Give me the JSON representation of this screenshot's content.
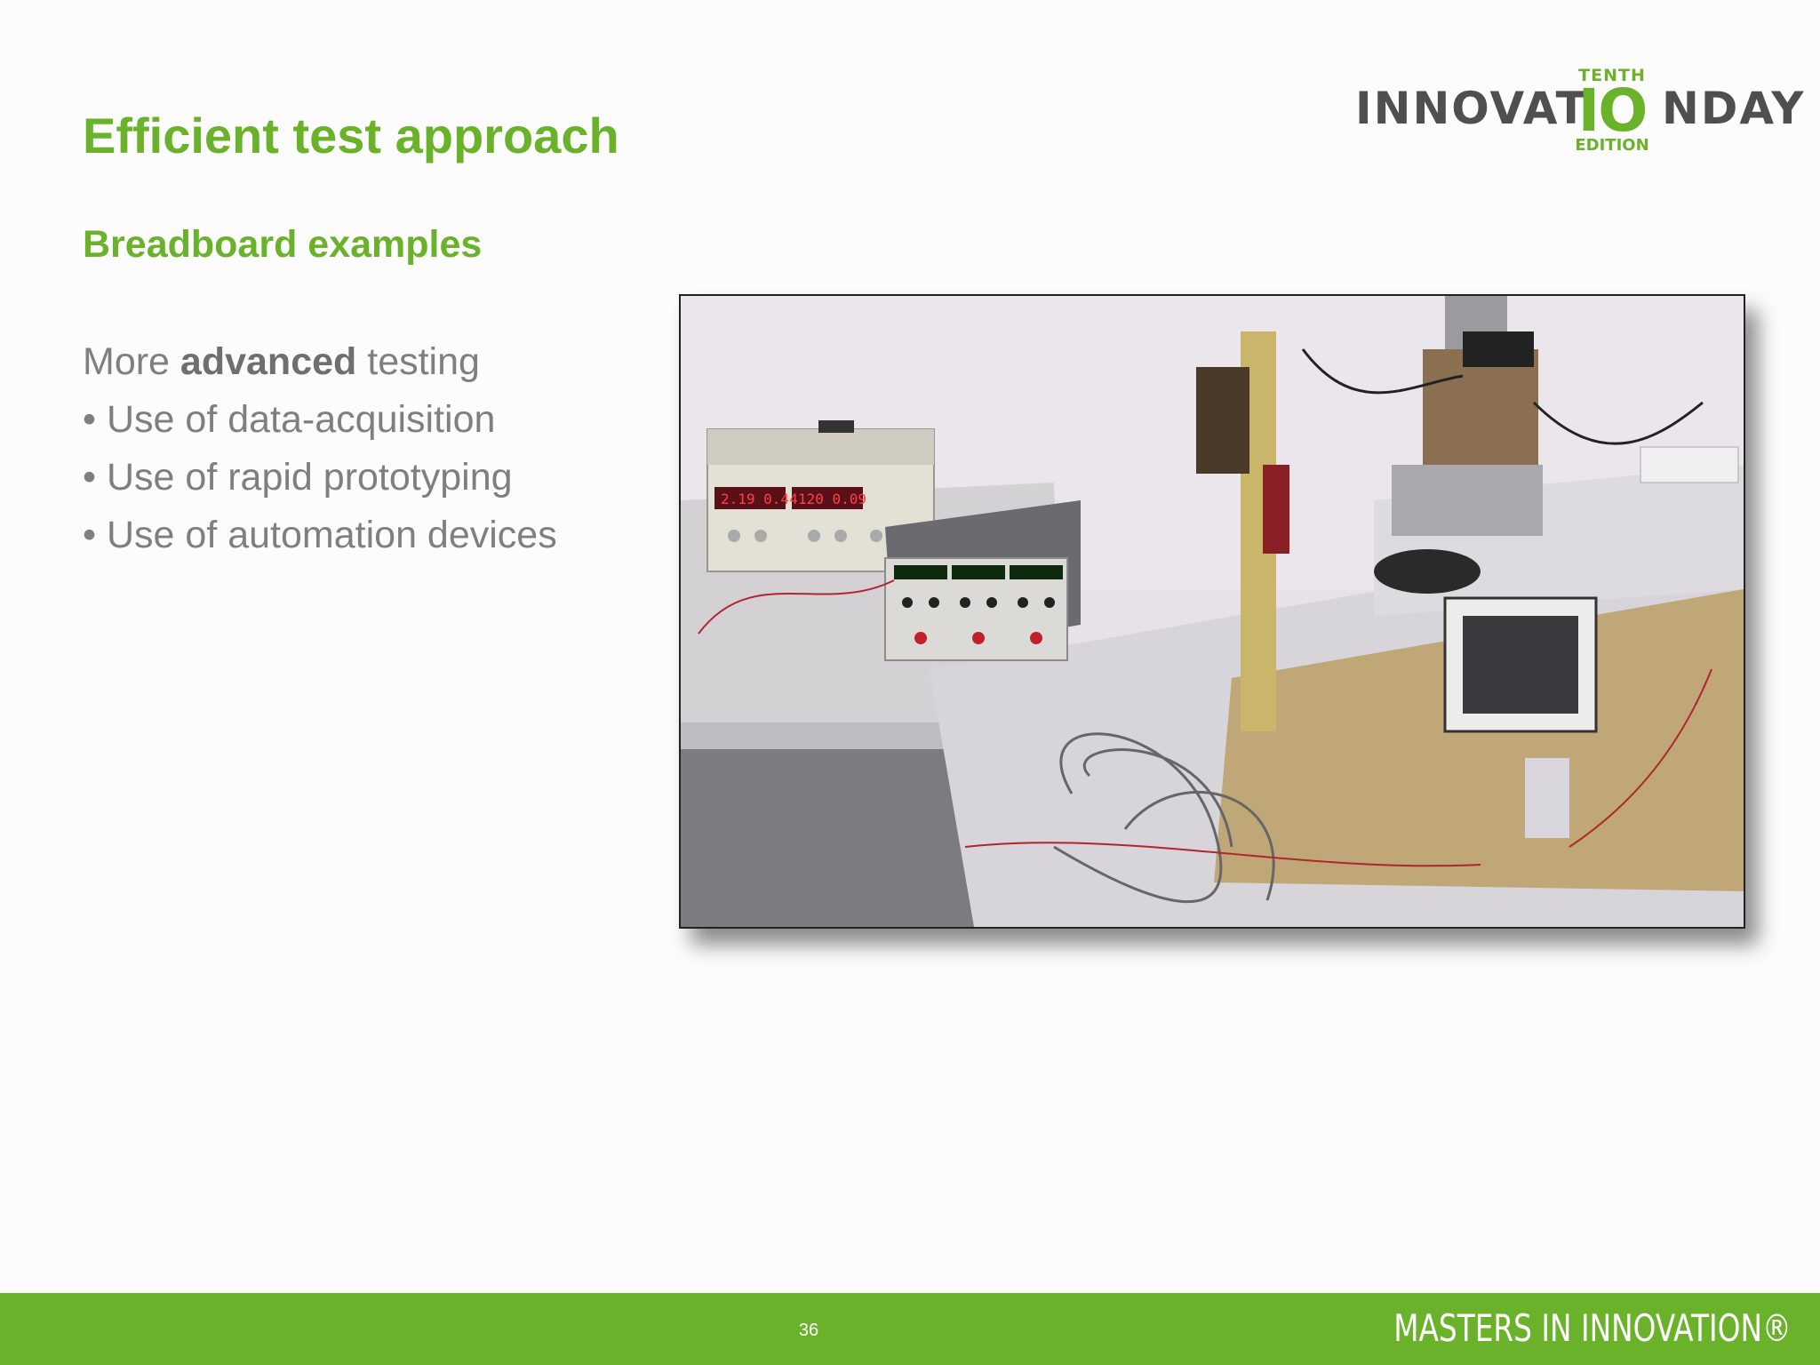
{
  "slide": {
    "title": "Efficient test approach",
    "subtitle": "Breadboard examples",
    "intro_prefix": "More ",
    "intro_bold": "advanced",
    "intro_suffix": " testing",
    "bullets": [
      "• Use of data-acquisition",
      "• Use of rapid prototyping",
      "• Use of automation devices"
    ],
    "page_number": "36"
  },
  "logo": {
    "word_left": "INNOVAT",
    "ten_mark": "IO",
    "ten_top": "TENTH",
    "ten_bottom": "EDITION",
    "word_right": "NDAY"
  },
  "footer": {
    "tagline": "MASTERS IN INNOVATION®"
  },
  "colors": {
    "accent_green": "#6bb22b",
    "body_gray": "#7f7f7f",
    "logo_gray": "#4f4f4f"
  }
}
